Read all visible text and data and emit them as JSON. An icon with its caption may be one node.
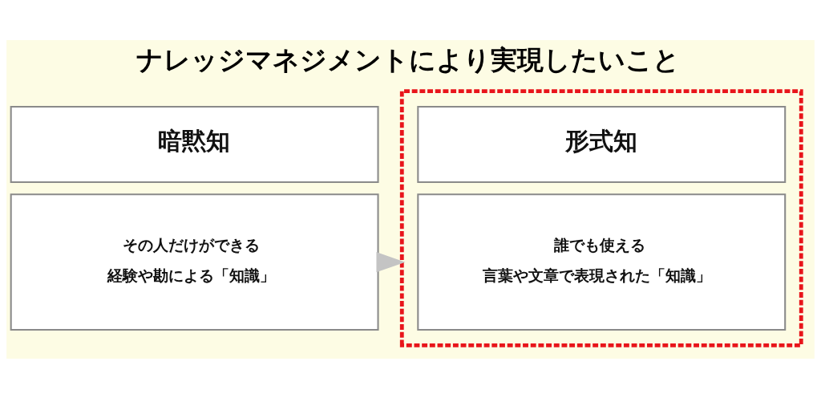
{
  "diagram": {
    "title": "ナレッジマネジメントにより実現したいこと",
    "nodes": [
      {
        "text": [
          "暗黙知"
        ]
      },
      {
        "text": [
          "その人だけができる",
          "経験や勘による「知識」"
        ]
      },
      {
        "text": [],
        "shape": "box"
      },
      {
        "text": [
          "形式知"
        ],
        "in": 2
      },
      {
        "text": [
          "誰でも使える",
          "言葉や文章で表現された「知識」"
        ],
        "in": 2
      }
    ],
    "edges": [
      {
        "from": 1,
        "to": 2,
        "arrow": "to"
      }
    ]
  }
}
